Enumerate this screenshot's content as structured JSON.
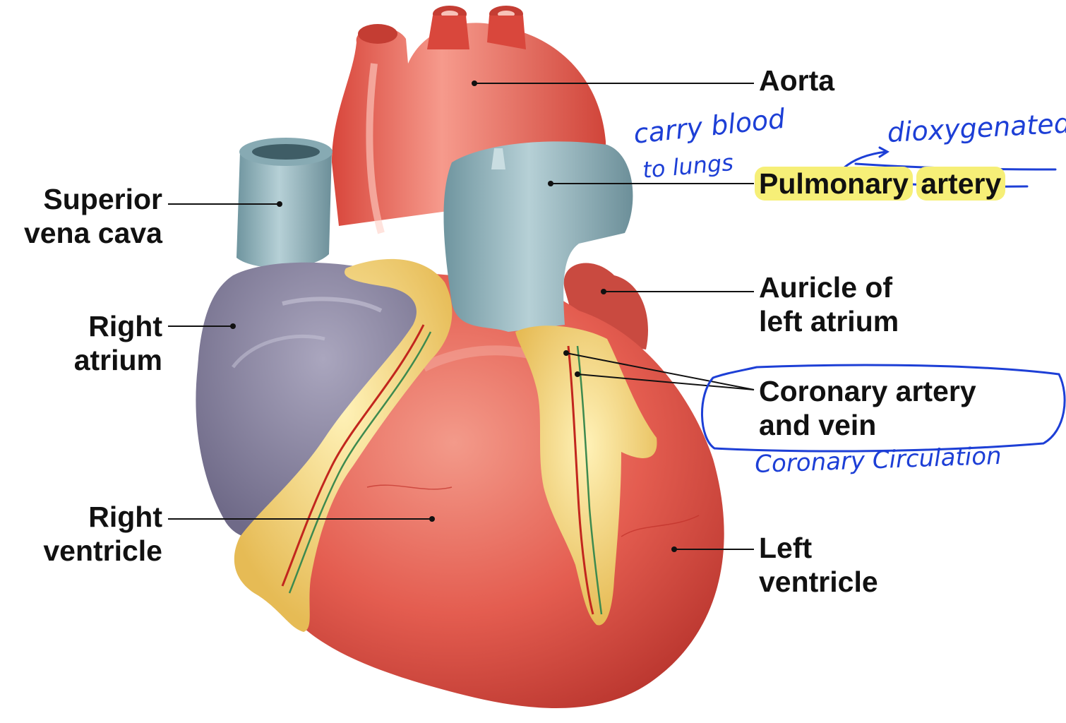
{
  "labels": {
    "aorta": "Aorta",
    "pulmonary_artery": [
      "Pulmonary",
      "artery"
    ],
    "superior_vena_cava": [
      "Superior",
      "vena cava"
    ],
    "auricle_left_atrium": [
      "Auricle of",
      "left atrium"
    ],
    "right_atrium": [
      "Right",
      "atrium"
    ],
    "coronary_artery_vein": [
      "Coronary artery",
      "and vein"
    ],
    "right_ventricle": [
      "Right",
      "ventricle"
    ],
    "left_ventricle": [
      "Left",
      "ventricle"
    ]
  },
  "annotations": {
    "carry_line1": "carry blood",
    "carry_line2": "to lungs",
    "deoxygenated": "dioxygenated",
    "coronary_circulation": "Coronary Circulation"
  },
  "colors": {
    "ink": "#1d3fd6",
    "highlight": "#f6ef77",
    "heart": "#e2574e",
    "vessel_blue": "#8fb3bd",
    "atrium_purple": "#8f8aa6",
    "fat_yellow": "#f2d27a"
  }
}
